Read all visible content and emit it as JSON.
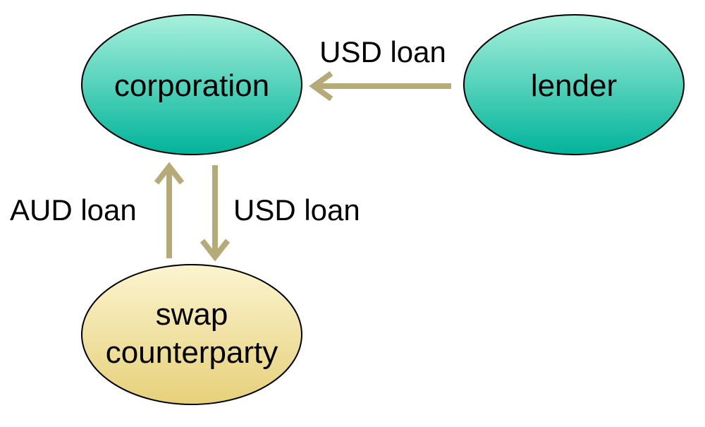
{
  "nodes": {
    "corporation": {
      "label": "corporation"
    },
    "lender": {
      "label": "lender"
    },
    "swap_counterparty": {
      "label_line1": "swap",
      "label_line2": "counterparty"
    }
  },
  "edges": {
    "lender_to_corporation": {
      "label": "USD loan"
    },
    "counterparty_to_corporation": {
      "label": "AUD loan"
    },
    "corporation_to_counterparty": {
      "label": "USD loan"
    }
  },
  "colors": {
    "teal_top": "#a8f0dc",
    "teal_bottom": "#00b39a",
    "yellow_top": "#fbf4cf",
    "yellow_bottom": "#e6d07a",
    "arrow": "#b5ab78",
    "stroke": "#000000"
  }
}
